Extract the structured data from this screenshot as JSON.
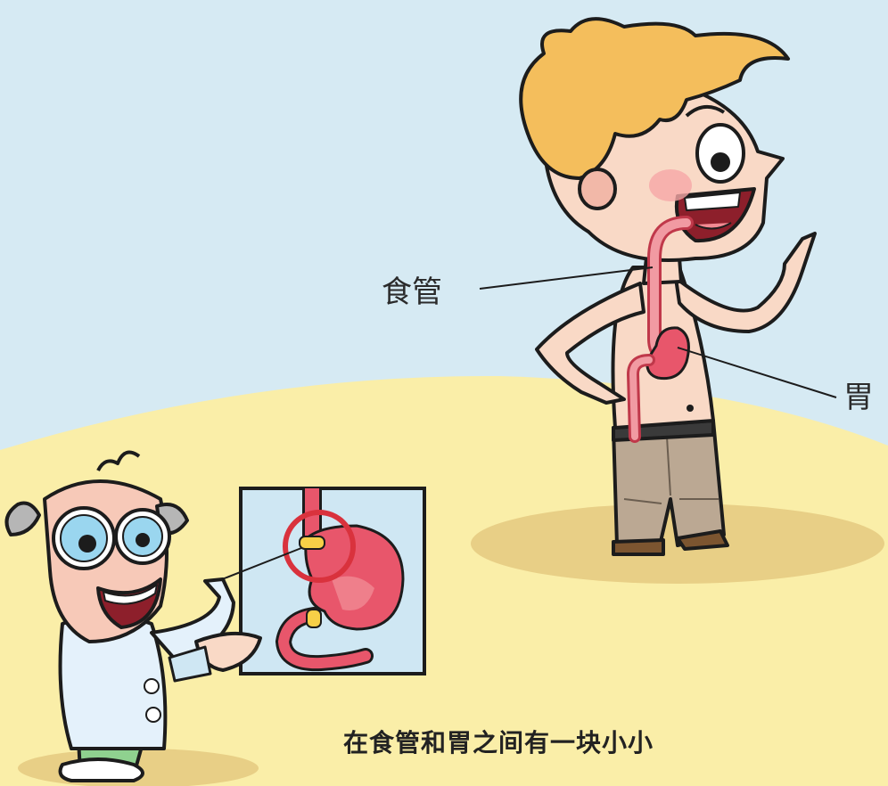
{
  "labels": {
    "esophagus": "食管",
    "stomach": "胃"
  },
  "caption": "在食管和胃之间有一块小小",
  "colors": {
    "sky": "#d6eaf3",
    "sand": "#faeea8",
    "shadow": "#e8cf86",
    "skin": "#f9d9c6",
    "hair": "#f4be5c",
    "organ": "#e8566b",
    "sphincter": "#f7d047",
    "highlight_circle": "#d9323d",
    "inset_bg": "#cfe7f3"
  }
}
